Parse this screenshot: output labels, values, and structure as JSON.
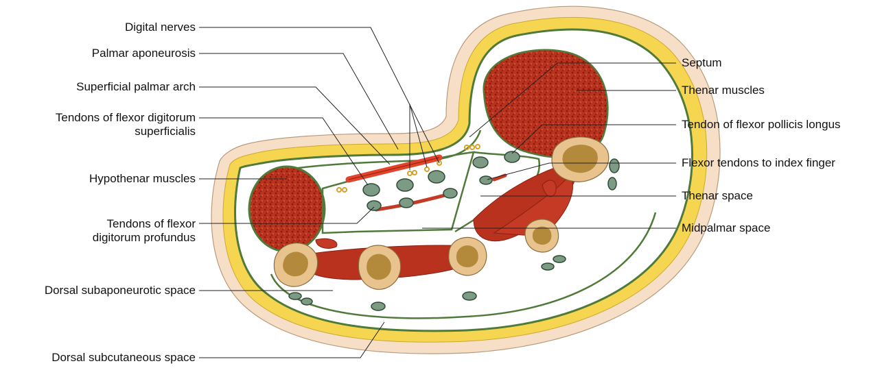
{
  "colors": {
    "skin": "#f6dfc6",
    "fat": "#f6d650",
    "fascia": "#4f7a3a",
    "muscle": "#b8321e",
    "muscle_dark": "#8a1f12",
    "bone_outer": "#e8c38e",
    "bone_inner": "#b38a3c",
    "tendon": "#7c9a84",
    "artery": "#e2432a",
    "nerve": "#d9a12a",
    "line": "#222222"
  },
  "labels_left": {
    "digital_nerves": "Digital nerves",
    "palmar_aponeurosis": "Palmar aponeurosis",
    "superficial_palmar_arch": "Superficial palmar arch",
    "tendons_fds_line1": "Tendons of flexor digitorum",
    "tendons_fds_line2": "superficialis",
    "hypothenar_muscles": "Hypothenar muscles",
    "tendons_fdp_line1": "Tendons of flexor",
    "tendons_fdp_line2": "digitorum profundus",
    "dorsal_subaponeurotic_space": "Dorsal subaponeurotic space",
    "dorsal_subcutaneous_space": "Dorsal subcutaneous space"
  },
  "labels_right": {
    "septum": "Septum",
    "thenar_muscles": "Thenar muscles",
    "tendon_fpl": "Tendon of flexor pollicis longus",
    "flexor_tendons_index": "Flexor tendons to index finger",
    "thenar_space": "Thenar space",
    "midpalmar_space": "Midpalmar space"
  }
}
